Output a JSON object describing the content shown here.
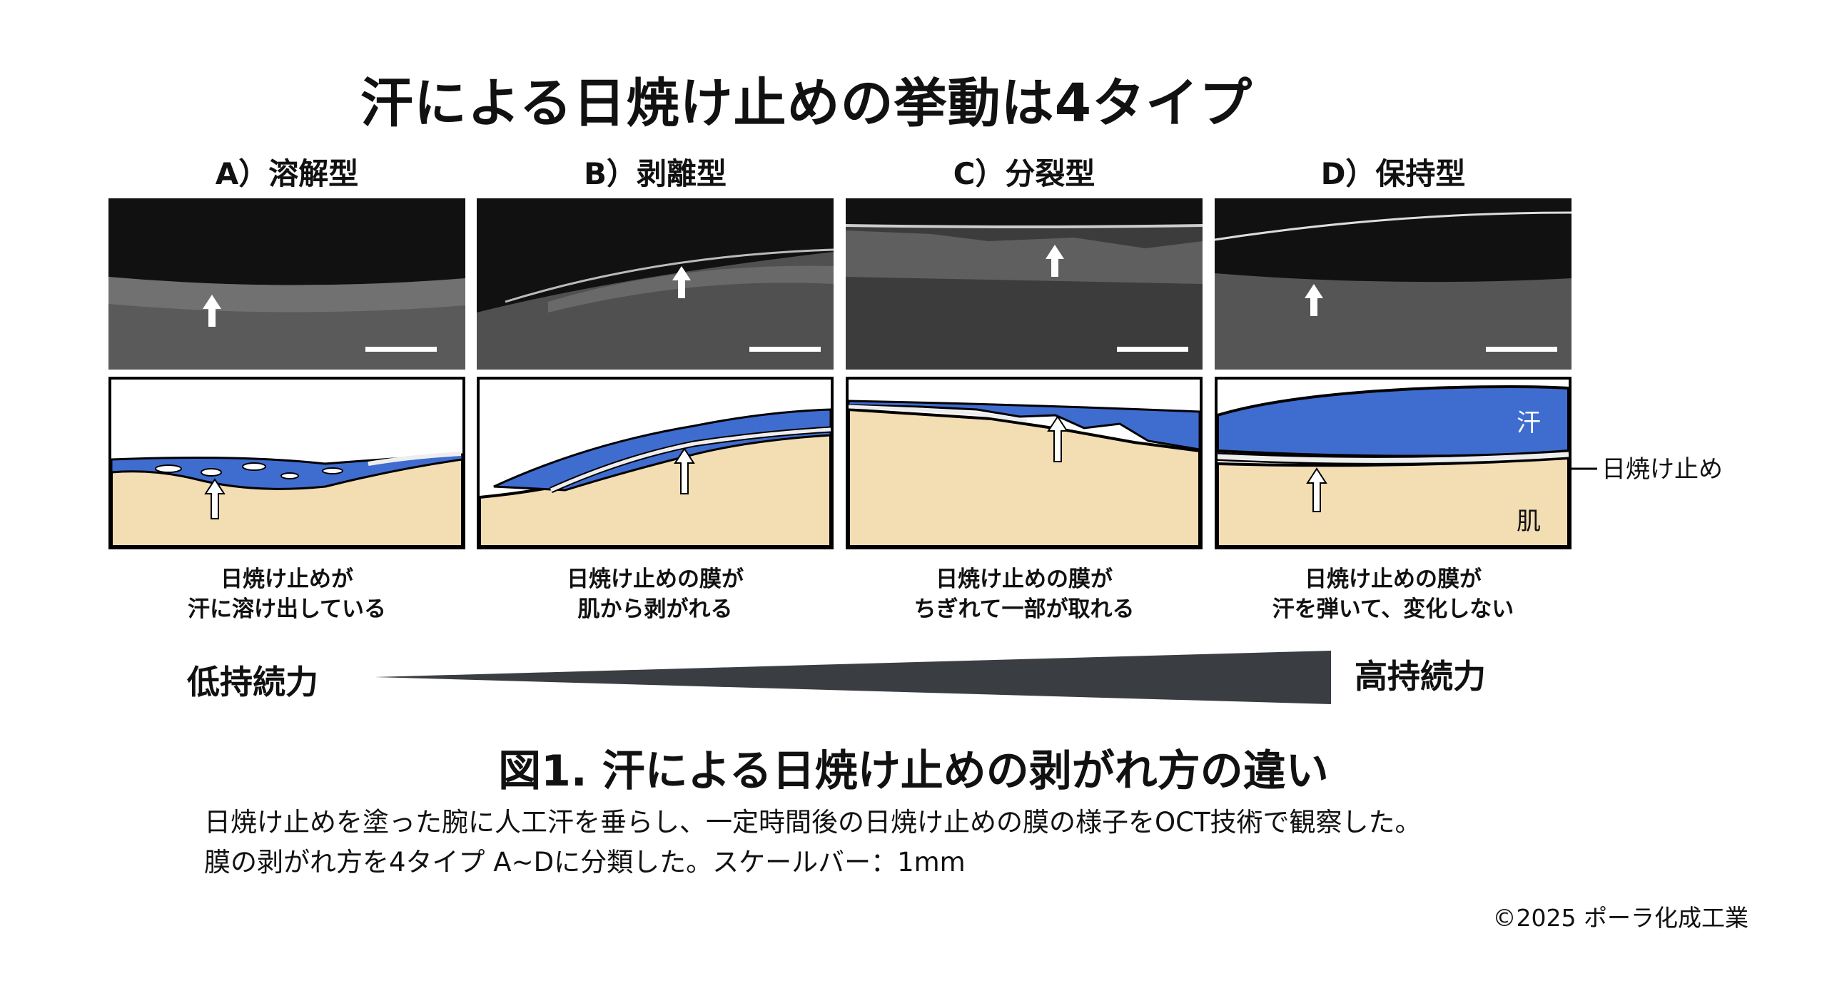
{
  "title": "汗による日焼け止めの挙動は4タイプ",
  "panels": [
    {
      "label": "A）溶解型",
      "caption_lines": [
        "日焼け止めが",
        "汗に溶け出している"
      ]
    },
    {
      "label": "B）剥離型",
      "caption_lines": [
        "日焼け止めの膜が",
        "肌から剥がれる"
      ]
    },
    {
      "label": "C）分裂型",
      "caption_lines": [
        "日焼け止めの膜が",
        "ちぎれて一部が取れる"
      ]
    },
    {
      "label": "D）保持型",
      "caption_lines": [
        "日焼け止めの膜が",
        "汗を弾いて、変化しない"
      ]
    }
  ],
  "labels": {
    "sweat": "汗",
    "skin": "肌",
    "sunscreen": "日焼け止め"
  },
  "gradient": {
    "low": "低持続力",
    "high": "高持続力"
  },
  "figure_title": "図1. 汗による日焼け止めの剥がれ方の違い",
  "description": [
    "日焼け止めを塗った腕に人工汗を垂らし、一定時間後の日焼け止めの膜の様子をOCT技術で観察した。",
    "膜の剥がれ方を4タイプ A~Dに分類した。スケールバー：1mm"
  ],
  "copyright": "©2025 ポーラ化成工業",
  "colors": {
    "sweat": "#3f6ccf",
    "skin": "#f3ddb3",
    "oct_bg": "#111111",
    "arrow": "#ffffff",
    "wedge": "#3a3d42"
  }
}
